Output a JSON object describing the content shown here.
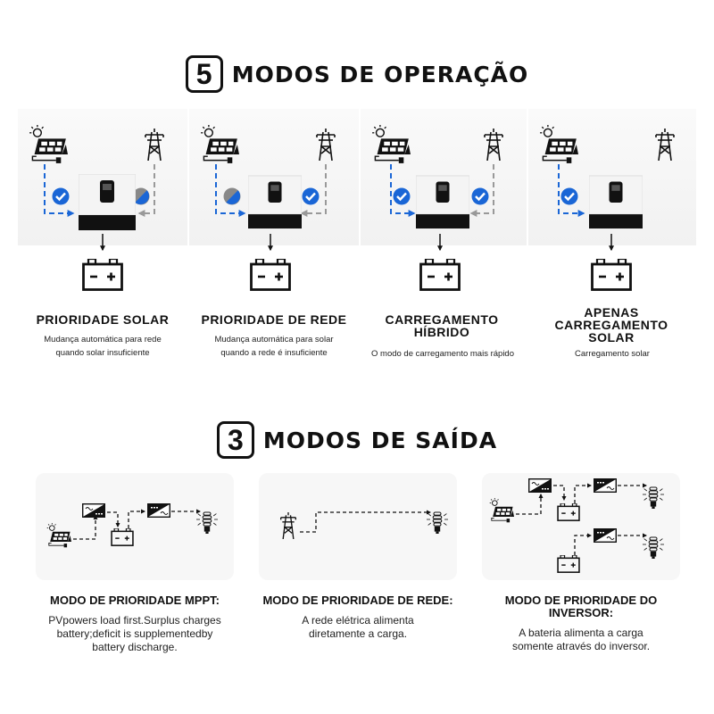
{
  "section1": {
    "number": "5",
    "title": "MODOS DE OPERAÇÃO"
  },
  "modes": [
    {
      "label": "PRIORIDADE SOLAR",
      "desc1": "Mudança automática para rede",
      "desc2": "quando solar insuficiente"
    },
    {
      "label": "PRIORIDADE DE REDE",
      "desc1": "Mudança automática para solar",
      "desc2": "quando a rede é insuficiente"
    },
    {
      "label": "CARREGAMENTO HÍBRIDO",
      "desc1": "O modo de carregamento mais rápido",
      "desc2": ""
    },
    {
      "label": "APENAS CARREGAMENTO SOLAR",
      "desc1": "Carregamento solar",
      "desc2": ""
    }
  ],
  "section2": {
    "number": "3",
    "title": "MODOS DE SAÍDA"
  },
  "outputs": [
    {
      "label": "MODO DE PRIORIDADE MPPT:",
      "desc": "PVpowers load first.Surplus charges battery;deficit is supplementedby battery discharge."
    },
    {
      "label": "MODO DE PRIORIDADE DE REDE:",
      "desc": "A rede elétrica alimenta diretamente a carga."
    },
    {
      "label": "MODO DE PRIORIDADE DO INVERSOR:",
      "desc": "A bateria alimenta a carga somente através do inversor."
    }
  ],
  "colors": {
    "accent": "#1a66d6",
    "grey_line": "#999999",
    "text": "#111111"
  }
}
